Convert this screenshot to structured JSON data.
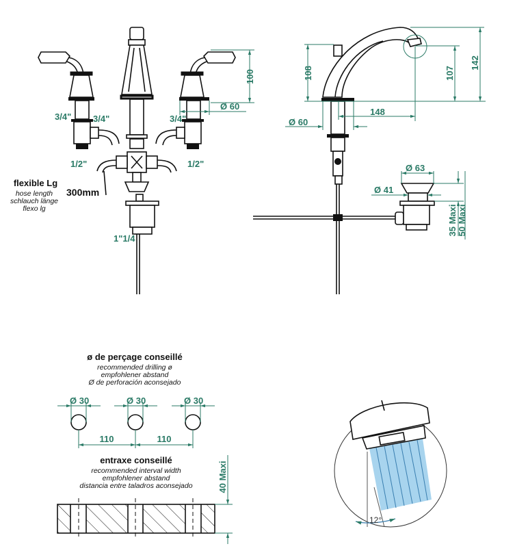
{
  "front_view": {
    "dim_height": "100",
    "dim_diameter": "Ø 60",
    "thread_left": "3/4\"",
    "thread_center": "3/4\"",
    "thread_right": "3/4\"",
    "inlet_left": "1/2\"",
    "inlet_right": "1/2\"",
    "hose_title": "flexible Lg",
    "hose_en": "hose length",
    "hose_de": "schlauch länge",
    "hose_es": "flexo lg",
    "hose_length": "300mm",
    "waste_thread": "1\"1/4"
  },
  "side_view": {
    "dim_body_height": "108",
    "dim_outlet_height": "107",
    "dim_total_height": "142",
    "dim_reach": "148",
    "dim_base_diameter": "Ø 60",
    "drain_top_diameter": "Ø 63",
    "drain_body_diameter": "Ø 41",
    "drain_max_35": "35  Maxi",
    "drain_max_50": "50  Maxi"
  },
  "drilling": {
    "title": "ø de perçage conseillé",
    "line_en": "recommended drilling ø",
    "line_de": "empfohlener abstand",
    "line_es": "Ø de perforación aconsejado",
    "hole_diameters": [
      "Ø 30",
      "Ø 30",
      "Ø 30"
    ],
    "spacings": [
      "110",
      "110"
    ]
  },
  "interval": {
    "title": "entraxe conseillé",
    "line_en": "recommended interval width",
    "line_de": "empfohlener abstand",
    "line_es": "distancia entre taladros aconsejado",
    "max_thickness": "40  Maxi"
  },
  "aerator": {
    "angle": "12°",
    "water_color": "#a8d4ee"
  },
  "colors": {
    "dimension": "#2a7a66",
    "outline": "#111111"
  }
}
